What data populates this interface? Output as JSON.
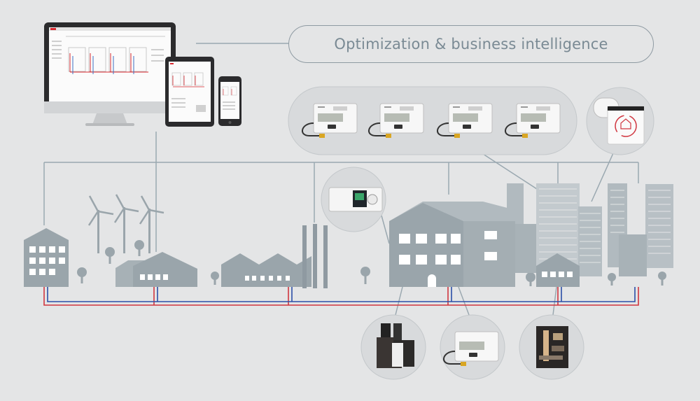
{
  "title": "Optimization & business intelligence",
  "devices": [
    "monitor",
    "tablet",
    "phone"
  ],
  "meters_top": [
    "heat-meter",
    "heat-meter",
    "heat-meter",
    "heat-meter"
  ],
  "thermostat": "smart-radiator-thermostat",
  "controller": "heating-controller",
  "bottom_devices": [
    "substation-unit",
    "heat-meter",
    "district-heating-substation"
  ],
  "buildings": [
    "house",
    "village-houses",
    "factory",
    "office-building",
    "city-skyline",
    "small-house"
  ],
  "colors": {
    "background": "#e4e5e6",
    "building": "#9aa5ab",
    "line": "#9aa8b0",
    "supply": "#d0353f",
    "return": "#2b4fa8"
  }
}
